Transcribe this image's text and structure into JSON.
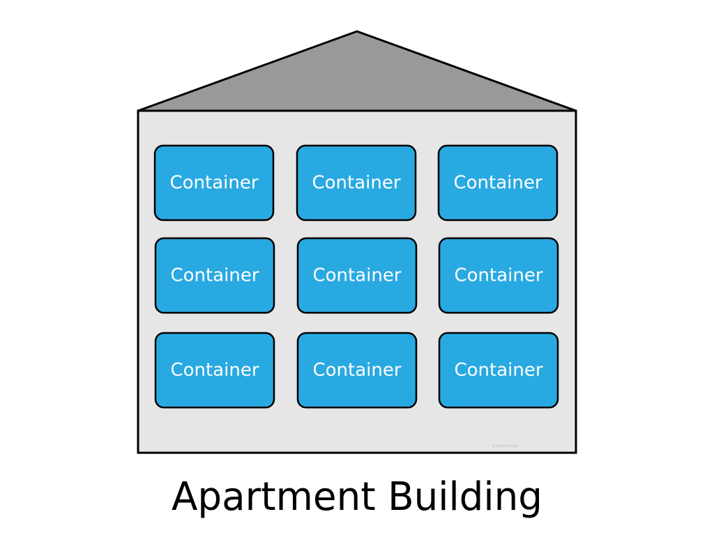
{
  "colors": {
    "roof": "#999999",
    "wall": "#e6e6e6",
    "container_fill": "#29a9e1",
    "outline": "#000000",
    "container_text": "#ffffff"
  },
  "building": {
    "credit": "© David Truntl",
    "containers": [
      {
        "label": "Container"
      },
      {
        "label": "Container"
      },
      {
        "label": "Container"
      },
      {
        "label": "Container"
      },
      {
        "label": "Container"
      },
      {
        "label": "Container"
      },
      {
        "label": "Container"
      },
      {
        "label": "Container"
      },
      {
        "label": "Container"
      }
    ]
  },
  "caption": "Apartment Building"
}
